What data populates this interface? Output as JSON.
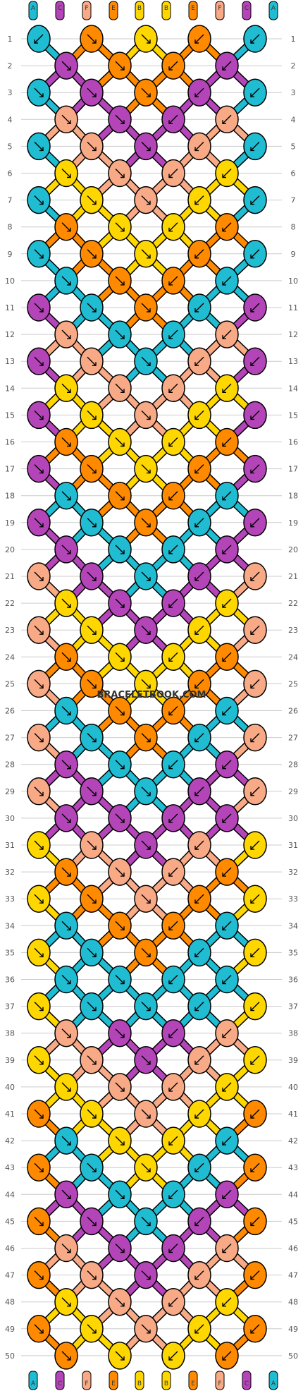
{
  "colors": {
    "A": "#20bcd2",
    "C": "#b445b8",
    "F": "#f8a986",
    "E": "#ff8a00",
    "B": "#ffd700",
    "outline": "#000000",
    "gridline": "#cccccc"
  },
  "top_strands": [
    "A",
    "C",
    "F",
    "E",
    "B",
    "B",
    "E",
    "F",
    "C",
    "A"
  ],
  "bottom_strands": [
    "A",
    "C",
    "F",
    "E",
    "B",
    "B",
    "E",
    "F",
    "C",
    "A"
  ],
  "watermark": "BRACELETBOOK.COM",
  "row_count": 50,
  "knot_rows": [
    [
      "A",
      "E",
      "B",
      "E",
      "A"
    ],
    [
      "C",
      "E",
      "E",
      "C"
    ],
    [
      "A",
      "C",
      "E",
      "C",
      "A"
    ],
    [
      "F",
      "C",
      "C",
      "F"
    ],
    [
      "A",
      "F",
      "C",
      "F",
      "A"
    ],
    [
      "B",
      "F",
      "F",
      "B"
    ],
    [
      "A",
      "B",
      "F",
      "B",
      "A"
    ],
    [
      "E",
      "B",
      "B",
      "E"
    ],
    [
      "A",
      "E",
      "B",
      "E",
      "A"
    ],
    [
      "A",
      "E",
      "E",
      "A"
    ],
    [
      "C",
      "A",
      "E",
      "A",
      "C"
    ],
    [
      "F",
      "A",
      "A",
      "F"
    ],
    [
      "C",
      "F",
      "A",
      "F",
      "C"
    ],
    [
      "B",
      "F",
      "F",
      "B"
    ],
    [
      "C",
      "B",
      "F",
      "B",
      "C"
    ],
    [
      "E",
      "B",
      "B",
      "E"
    ],
    [
      "C",
      "E",
      "B",
      "E",
      "C"
    ],
    [
      "A",
      "E",
      "E",
      "A"
    ],
    [
      "C",
      "A",
      "E",
      "A",
      "C"
    ],
    [
      "C",
      "A",
      "A",
      "C"
    ],
    [
      "F",
      "C",
      "A",
      "C",
      "F"
    ],
    [
      "B",
      "C",
      "C",
      "B"
    ],
    [
      "F",
      "B",
      "C",
      "B",
      "F"
    ],
    [
      "E",
      "B",
      "B",
      "E"
    ],
    [
      "F",
      "E",
      "B",
      "E",
      "F"
    ],
    [
      "A",
      "E",
      "E",
      "A"
    ],
    [
      "F",
      "A",
      "E",
      "A",
      "F"
    ],
    [
      "C",
      "A",
      "A",
      "C"
    ],
    [
      "F",
      "C",
      "A",
      "C",
      "F"
    ],
    [
      "C",
      "C",
      "C",
      "C"
    ],
    [
      "B",
      "F",
      "C",
      "F",
      "B"
    ],
    [
      "E",
      "F",
      "F",
      "E"
    ],
    [
      "B",
      "E",
      "F",
      "E",
      "B"
    ],
    [
      "A",
      "E",
      "E",
      "A"
    ],
    [
      "B",
      "A",
      "E",
      "A",
      "B"
    ],
    [
      "A",
      "A",
      "A",
      "A"
    ],
    [
      "B",
      "A",
      "A",
      "A",
      "B"
    ],
    [
      "F",
      "C",
      "C",
      "F"
    ],
    [
      "B",
      "F",
      "C",
      "F",
      "B"
    ],
    [
      "B",
      "F",
      "F",
      "B"
    ],
    [
      "E",
      "B",
      "F",
      "B",
      "E"
    ],
    [
      "A",
      "B",
      "B",
      "A"
    ],
    [
      "E",
      "A",
      "B",
      "A",
      "E"
    ],
    [
      "C",
      "A",
      "A",
      "C"
    ],
    [
      "E",
      "C",
      "A",
      "C",
      "E"
    ],
    [
      "F",
      "C",
      "C",
      "F"
    ],
    [
      "E",
      "F",
      "C",
      "F",
      "E"
    ],
    [
      "B",
      "F",
      "F",
      "B"
    ],
    [
      "E",
      "B",
      "F",
      "B",
      "E"
    ],
    [
      "E",
      "B",
      "B",
      "E"
    ]
  ],
  "knot_arrows": [
    [
      "sw",
      "se",
      "se",
      "sw",
      "sw"
    ],
    [
      "se",
      "se",
      "sw",
      "sw"
    ],
    [
      "se",
      "se",
      "se",
      "sw",
      "sw"
    ],
    [
      "se",
      "se",
      "sw",
      "sw"
    ],
    [
      "se",
      "se",
      "se",
      "sw",
      "sw"
    ],
    [
      "se",
      "se",
      "sw",
      "sw"
    ],
    [
      "se",
      "se",
      "se",
      "sw",
      "sw"
    ],
    [
      "se",
      "se",
      "sw",
      "sw"
    ],
    [
      "se",
      "se",
      "se",
      "sw",
      "sw"
    ],
    [
      "se",
      "se",
      "sw",
      "sw"
    ],
    [
      "se",
      "se",
      "se",
      "sw",
      "sw"
    ],
    [
      "se",
      "se",
      "sw",
      "sw"
    ],
    [
      "se",
      "se",
      "se",
      "sw",
      "sw"
    ],
    [
      "se",
      "se",
      "sw",
      "sw"
    ],
    [
      "se",
      "se",
      "se",
      "sw",
      "sw"
    ],
    [
      "se",
      "se",
      "sw",
      "sw"
    ],
    [
      "se",
      "se",
      "se",
      "sw",
      "sw"
    ],
    [
      "se",
      "se",
      "sw",
      "sw"
    ],
    [
      "se",
      "se",
      "se",
      "sw",
      "sw"
    ],
    [
      "se",
      "se",
      "sw",
      "sw"
    ],
    [
      "se",
      "se",
      "se",
      "sw",
      "sw"
    ],
    [
      "se",
      "se",
      "sw",
      "sw"
    ],
    [
      "se",
      "se",
      "se",
      "sw",
      "sw"
    ],
    [
      "se",
      "se",
      "sw",
      "sw"
    ],
    [
      "se",
      "se",
      "se",
      "sw",
      "sw"
    ],
    [
      "se",
      "se",
      "sw",
      "sw"
    ],
    [
      "se",
      "se",
      "se",
      "sw",
      "sw"
    ],
    [
      "se",
      "se",
      "sw",
      "sw"
    ],
    [
      "se",
      "se",
      "se",
      "sw",
      "sw"
    ],
    [
      "se",
      "se",
      "sw",
      "sw"
    ],
    [
      "se",
      "se",
      "se",
      "sw",
      "sw"
    ],
    [
      "se",
      "se",
      "sw",
      "sw"
    ],
    [
      "se",
      "se",
      "se",
      "sw",
      "sw"
    ],
    [
      "se",
      "se",
      "sw",
      "sw"
    ],
    [
      "se",
      "se",
      "se",
      "sw",
      "sw"
    ],
    [
      "se",
      "se",
      "sw",
      "sw"
    ],
    [
      "se",
      "se",
      "se",
      "sw",
      "sw"
    ],
    [
      "se",
      "se",
      "sw",
      "sw"
    ],
    [
      "se",
      "se",
      "se",
      "sw",
      "sw"
    ],
    [
      "se",
      "se",
      "sw",
      "sw"
    ],
    [
      "se",
      "se",
      "se",
      "sw",
      "sw"
    ],
    [
      "se",
      "se",
      "sw",
      "sw"
    ],
    [
      "se",
      "se",
      "se",
      "sw",
      "sw"
    ],
    [
      "se",
      "se",
      "sw",
      "sw"
    ],
    [
      "se",
      "se",
      "se",
      "sw",
      "sw"
    ],
    [
      "se",
      "se",
      "sw",
      "sw"
    ],
    [
      "se",
      "se",
      "se",
      "sw",
      "sw"
    ],
    [
      "se",
      "se",
      "sw",
      "sw"
    ],
    [
      "se",
      "se",
      "se",
      "sw",
      "sw"
    ],
    [
      "se",
      "se",
      "sw",
      "sw"
    ]
  ]
}
